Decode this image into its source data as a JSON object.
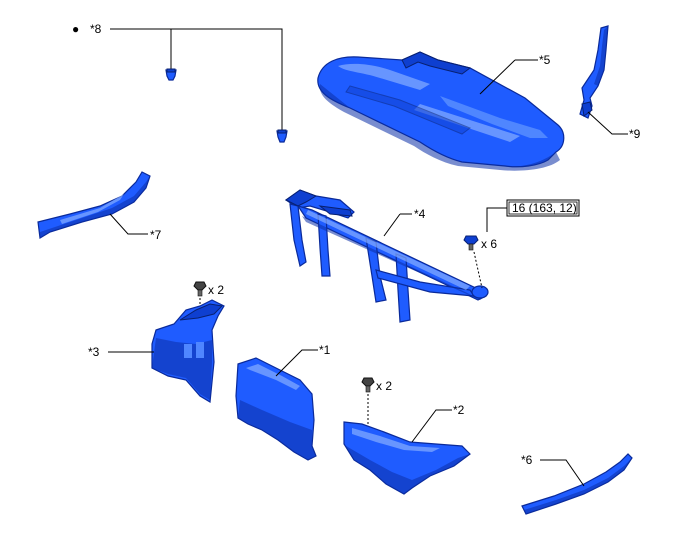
{
  "callouts": {
    "c1": "*1",
    "c2": "*2",
    "c3": "*3",
    "c4": "*4",
    "c5": "*5",
    "c6": "*6",
    "c7": "*7",
    "c8": "*8",
    "c9": "*9"
  },
  "quantities": {
    "bolts_frame": "x 6",
    "bolts_part3": "x 2",
    "bolts_part2": "x 2"
  },
  "torque": {
    "frame_bolts": "16 (163, 12)"
  },
  "marker": "●"
}
